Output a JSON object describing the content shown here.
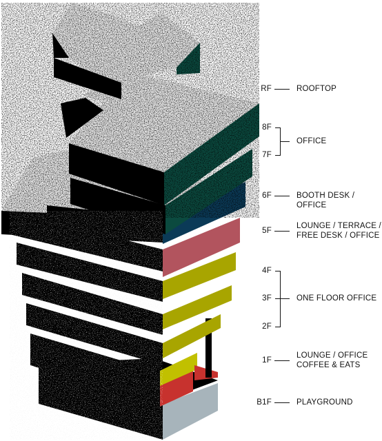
{
  "colors": {
    "background": "#ffffff",
    "side_black": "#000000",
    "speckle_light": "#e6e6e6",
    "face_rooftop": "#0b4a3f",
    "face_office": "#0b4a3f",
    "face_booth": "#0b3a57",
    "face_lounge5": "#b2545e",
    "face_onefloor": "#a8a500",
    "face_1f": "#c1c000",
    "face_1f_red": "#c7322e",
    "face_b1f": "#a7b4bb"
  },
  "floors": {
    "rf": "RF",
    "f8": "8F",
    "f7": "7F",
    "f6": "6F",
    "f5": "5F",
    "f4": "4F",
    "f3": "3F",
    "f2": "2F",
    "f1": "1F",
    "b1f": "B1F"
  },
  "uses": {
    "rooftop": "ROOFTOP",
    "office": "OFFICE",
    "booth_line1": "BOOTH DESK /",
    "booth_line2": "OFFICE",
    "lounge5_line1": "LOUNGE / TERRACE /",
    "lounge5_line2": "FREE DESK / OFFICE",
    "one_floor": "ONE FLOOR OFFICE",
    "lounge1_line1": "LOUNGE / OFFICE",
    "lounge1_line2": "COFFEE & EATS",
    "playground": "PLAYGROUND"
  }
}
